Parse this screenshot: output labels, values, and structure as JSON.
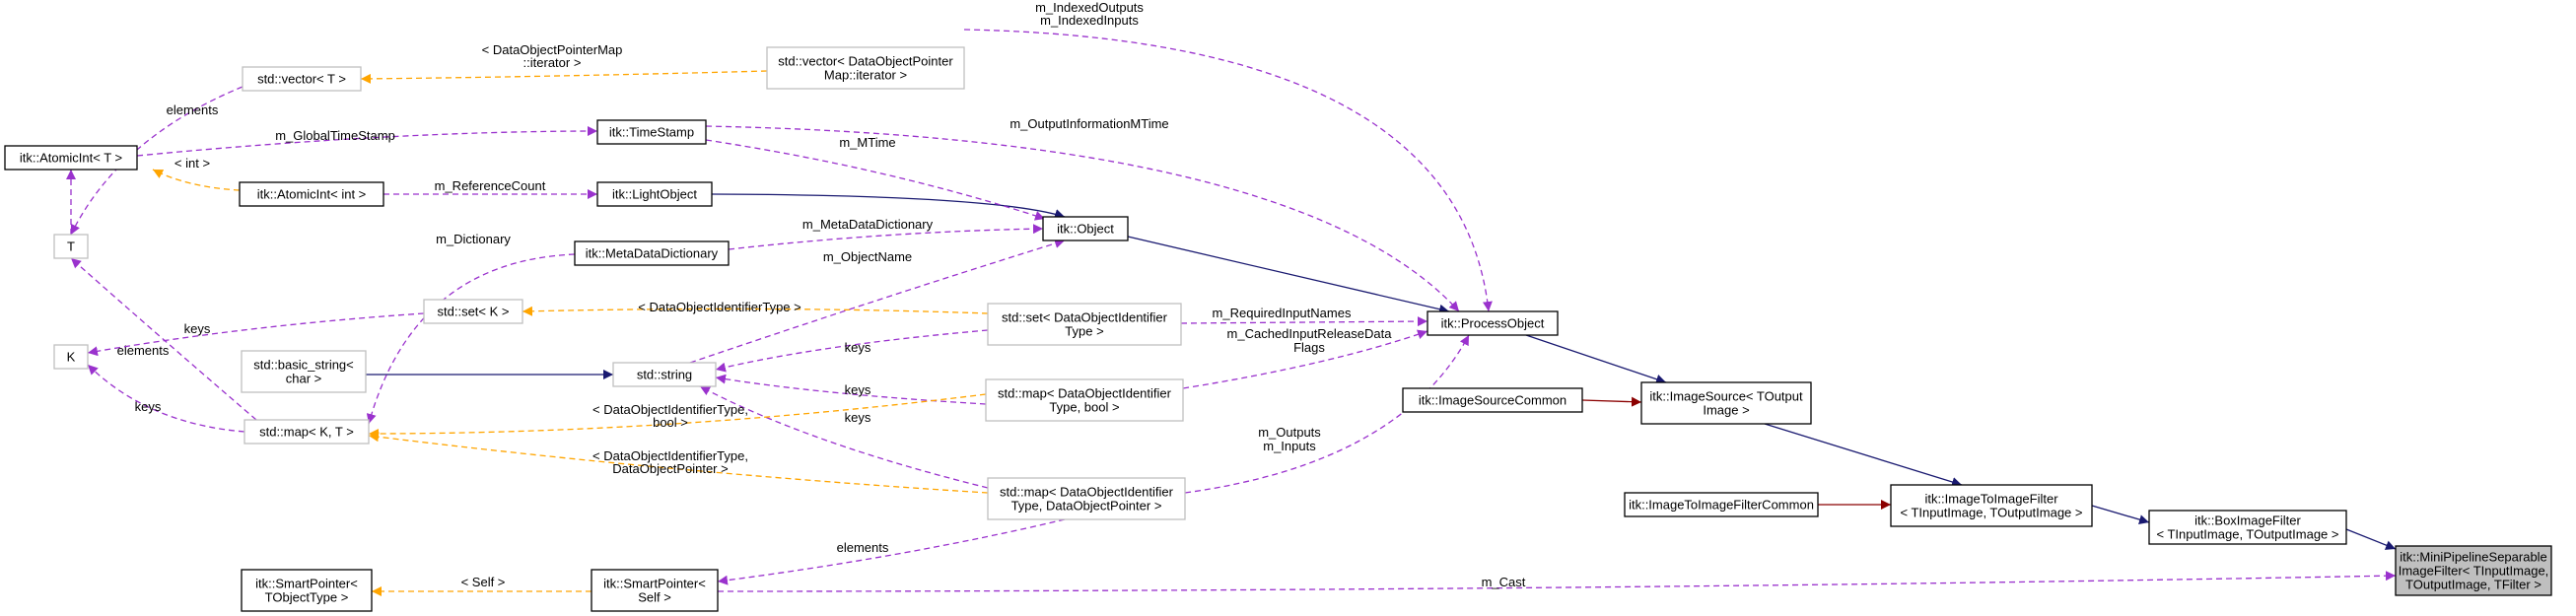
{
  "nodes": [
    {
      "id": "focus",
      "lines": [
        "itk::MiniPipelineSeparable",
        "ImageFilter< TInputImage,",
        "TOutputImage, TFilter >"
      ],
      "style": "focus"
    },
    {
      "id": "box",
      "lines": [
        "itk::BoxImageFilter",
        "< TInputImage, TOutputImage >"
      ],
      "style": "solid"
    },
    {
      "id": "i2i",
      "lines": [
        "itk::ImageToImageFilter",
        "< TInputImage, TOutputImage >"
      ],
      "style": "solid"
    },
    {
      "id": "i2ic",
      "lines": [
        "itk::ImageToImageFilterCommon"
      ],
      "style": "solid"
    },
    {
      "id": "isrc",
      "lines": [
        "itk::ImageSource< TOutput",
        "Image >"
      ],
      "style": "solid"
    },
    {
      "id": "isrcc",
      "lines": [
        "itk::ImageSourceCommon"
      ],
      "style": "solid"
    },
    {
      "id": "po",
      "lines": [
        "itk::ProcessObject"
      ],
      "style": "solid"
    },
    {
      "id": "obj",
      "lines": [
        "itk::Object"
      ],
      "style": "solid"
    },
    {
      "id": "lobj",
      "lines": [
        "itk::LightObject"
      ],
      "style": "solid"
    },
    {
      "id": "ts",
      "lines": [
        "itk::TimeStamp"
      ],
      "style": "solid"
    },
    {
      "id": "mdd",
      "lines": [
        "itk::MetaDataDictionary"
      ],
      "style": "solid"
    },
    {
      "id": "aint_int",
      "lines": [
        "itk::AtomicInt< int >"
      ],
      "style": "solid"
    },
    {
      "id": "aint_T",
      "lines": [
        "itk::AtomicInt< T >"
      ],
      "style": "solid"
    },
    {
      "id": "sp_self",
      "lines": [
        "itk::SmartPointer<",
        "Self >"
      ],
      "style": "solid"
    },
    {
      "id": "sp_tobj",
      "lines": [
        "itk::SmartPointer<",
        "TObjectType >"
      ],
      "style": "solid"
    },
    {
      "id": "vecT",
      "lines": [
        "std::vector< T >"
      ],
      "style": "grey"
    },
    {
      "id": "vecit",
      "lines": [
        "std::vector< DataObjectPointer",
        "Map::iterator >"
      ],
      "style": "grey"
    },
    {
      "id": "T",
      "lines": [
        "T"
      ],
      "style": "grey"
    },
    {
      "id": "K",
      "lines": [
        "K"
      ],
      "style": "grey"
    },
    {
      "id": "setK",
      "lines": [
        "std::set< K >"
      ],
      "style": "grey"
    },
    {
      "id": "bstr",
      "lines": [
        "std::basic_string<",
        "char >"
      ],
      "style": "grey"
    },
    {
      "id": "str",
      "lines": [
        "std::string"
      ],
      "style": "grey"
    },
    {
      "id": "mapKT",
      "lines": [
        "std::map< K, T >"
      ],
      "style": "grey"
    },
    {
      "id": "setDOI",
      "lines": [
        "std::set< DataObjectIdentifier",
        "Type >"
      ],
      "style": "grey"
    },
    {
      "id": "mapBool",
      "lines": [
        "std::map< DataObjectIdentifier",
        "Type, bool >"
      ],
      "style": "grey"
    },
    {
      "id": "mapDOP",
      "lines": [
        "std::map< DataObjectIdentifier",
        "Type, DataObjectPointer >"
      ],
      "style": "grey"
    }
  ],
  "edges": [
    {
      "from": "box",
      "to": "focus",
      "kind": "inherit",
      "labels": []
    },
    {
      "from": "i2i",
      "to": "box",
      "kind": "inherit",
      "labels": []
    },
    {
      "from": "isrc",
      "to": "i2i",
      "kind": "inherit",
      "labels": []
    },
    {
      "from": "po",
      "to": "isrc",
      "kind": "inherit",
      "labels": []
    },
    {
      "from": "obj",
      "to": "po",
      "kind": "inherit",
      "labels": []
    },
    {
      "from": "lobj",
      "to": "obj",
      "kind": "inherit",
      "labels": []
    },
    {
      "from": "bstr",
      "to": "str",
      "kind": "inherit",
      "labels": []
    },
    {
      "from": "i2ic",
      "to": "i2i",
      "kind": "private",
      "labels": []
    },
    {
      "from": "isrcc",
      "to": "isrc",
      "kind": "private",
      "labels": []
    },
    {
      "from": "sp_self",
      "to": "focus",
      "kind": "usage",
      "labels": [
        "m_Cast"
      ]
    },
    {
      "from": "mapDOP",
      "to": "po",
      "kind": "usage",
      "labels": [
        "m_Outputs",
        "m_Inputs"
      ]
    },
    {
      "from": "mapBool",
      "to": "po",
      "kind": "usage",
      "labels": [
        "m_CachedInputReleaseData",
        "Flags"
      ]
    },
    {
      "from": "setDOI",
      "to": "po",
      "kind": "usage",
      "labels": [
        "m_RequiredInputNames"
      ]
    },
    {
      "from": "vecit",
      "to": "po",
      "kind": "usage",
      "labels": [
        "m_IndexedOutputs",
        "m_IndexedInputs"
      ]
    },
    {
      "from": "ts",
      "to": "po",
      "kind": "usage",
      "labels": [
        "m_OutputInformationMTime"
      ]
    },
    {
      "from": "ts",
      "to": "obj",
      "kind": "usage",
      "labels": [
        "m_MTime"
      ]
    },
    {
      "from": "mdd",
      "to": "obj",
      "kind": "usage",
      "labels": [
        "m_MetaDataDictionary"
      ]
    },
    {
      "from": "str",
      "to": "obj",
      "kind": "usage",
      "labels": [
        "m_ObjectName"
      ]
    },
    {
      "from": "aint_int",
      "to": "lobj",
      "kind": "usage",
      "labels": [
        "m_ReferenceCount"
      ]
    },
    {
      "from": "aint_T",
      "to": "ts",
      "kind": "usage",
      "labels": [
        "m_GlobalTimeStamp"
      ]
    },
    {
      "from": "str",
      "to": "setDOI",
      "kind": "usage",
      "labels": [
        "keys"
      ]
    },
    {
      "from": "str",
      "to": "mapBool",
      "kind": "usage",
      "labels": [
        "keys"
      ]
    },
    {
      "from": "str",
      "to": "mapDOP",
      "kind": "usage",
      "labels": [
        "keys"
      ]
    },
    {
      "from": "sp_self",
      "to": "mapDOP",
      "kind": "usage",
      "labels": [
        "elements"
      ]
    },
    {
      "from": "mapKT",
      "to": "mdd",
      "kind": "usage",
      "labels": [
        "m_Dictionary"
      ]
    },
    {
      "from": "setK",
      "to": "setDOI",
      "kind": "template",
      "labels": [
        "< DataObjectIdentifierType >"
      ]
    },
    {
      "from": "mapKT",
      "to": "mapBool",
      "kind": "template",
      "labels": [
        "< DataObjectIdentifierType,",
        "bool >"
      ]
    },
    {
      "from": "mapKT",
      "to": "mapDOP",
      "kind": "template",
      "labels": [
        "< DataObjectIdentifierType,",
        "DataObjectPointer >"
      ]
    },
    {
      "from": "vecT",
      "to": "vecit",
      "kind": "template",
      "labels": [
        "< DataObjectPointerMap",
        "::iterator >"
      ]
    },
    {
      "from": "sp_tobj",
      "to": "sp_self",
      "kind": "template",
      "labels": [
        "< Self >"
      ]
    },
    {
      "from": "aint_T",
      "to": "aint_int",
      "kind": "template",
      "labels": [
        "< int >"
      ]
    },
    {
      "from": "T",
      "to": "vecT",
      "kind": "usage",
      "labels": [
        "elements"
      ]
    },
    {
      "from": "T",
      "to": "mapKT",
      "kind": "usage",
      "labels": [
        "elements"
      ]
    },
    {
      "from": "K",
      "to": "setK",
      "kind": "usage",
      "labels": [
        "keys"
      ]
    },
    {
      "from": "K",
      "to": "mapKT",
      "kind": "usage",
      "labels": [
        "keys"
      ]
    },
    {
      "from": "T",
      "to": "aint_T",
      "kind": "usage",
      "labels": []
    }
  ],
  "colors": {
    "inherit": "#191970",
    "private": "#8b0000",
    "usage": "#9a32cd",
    "template": "#ffa500",
    "focus_fill": "#bfbfbf",
    "grey_border": "#bfbfbf"
  }
}
